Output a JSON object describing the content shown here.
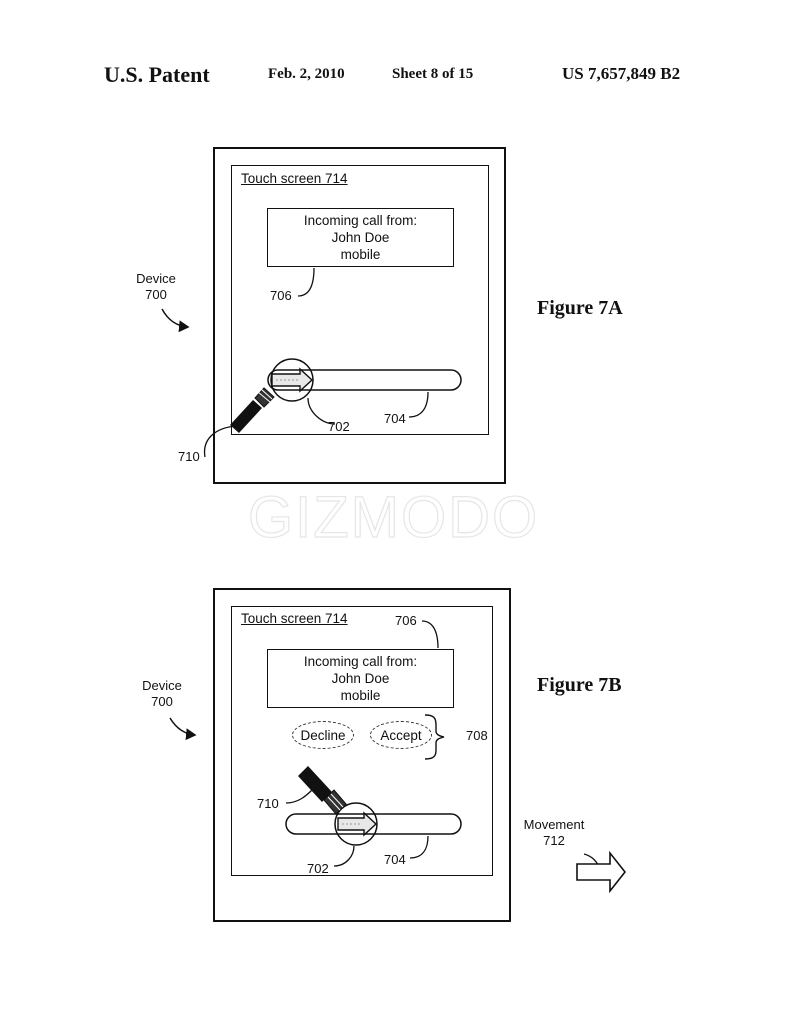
{
  "header": {
    "left": "U.S. Patent",
    "date": "Feb. 2, 2010",
    "sheet": "Sheet 8 of 15",
    "patent_number": "US 7,657,849 B2"
  },
  "watermark": "GIZMODO",
  "figure_7a": {
    "title": "Figure 7A",
    "device_label": "Device",
    "device_ref": "700",
    "touch_screen_label": "Touch screen 714",
    "call_box": {
      "line1": "Incoming call from:",
      "line2": "John Doe",
      "line3": "mobile"
    },
    "ref_call_box": "706",
    "ref_slider": "704",
    "ref_thumb": "702",
    "ref_finger": "710"
  },
  "figure_7b": {
    "title": "Figure 7B",
    "device_label": "Device",
    "device_ref": "700",
    "touch_screen_label": "Touch screen 714",
    "call_box": {
      "line1": "Incoming call from:",
      "line2": "John Doe",
      "line3": "mobile"
    },
    "ref_call_box": "706",
    "decline_label": "Decline",
    "accept_label": "Accept",
    "ref_buttons": "708",
    "ref_finger": "710",
    "ref_thumb": "702",
    "ref_slider": "704",
    "movement_label": "Movement",
    "movement_ref": "712"
  }
}
